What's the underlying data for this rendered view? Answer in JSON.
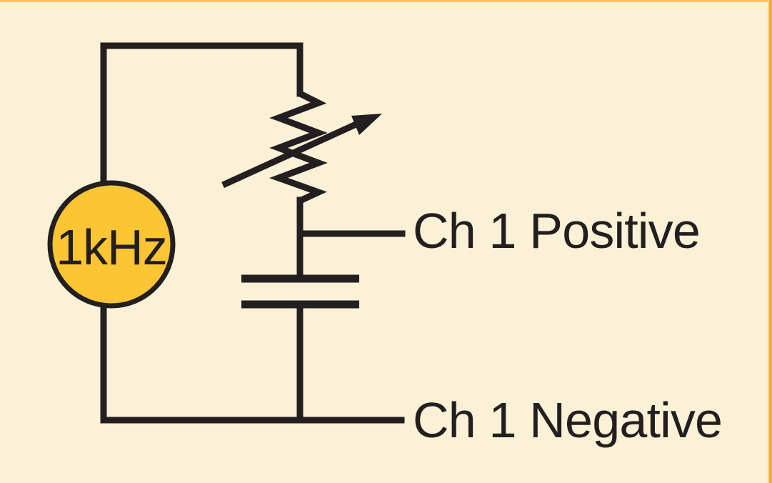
{
  "figure": {
    "background_color": "#FBF1D6",
    "wire_color": "#231F20",
    "border_top_color": "#FFC54E",
    "border_right_color": "#F1AB3D",
    "border_right_inner_color": "#F8D488"
  },
  "components": {
    "source": {
      "label": "1kHz",
      "fill_color": "#FBC533"
    },
    "resistor": {
      "type": "variable-resistor"
    },
    "capacitor": {
      "type": "capacitor"
    }
  },
  "labels": {
    "ch1_positive": "Ch 1 Positive",
    "ch1_negative": "Ch 1 Negative"
  }
}
